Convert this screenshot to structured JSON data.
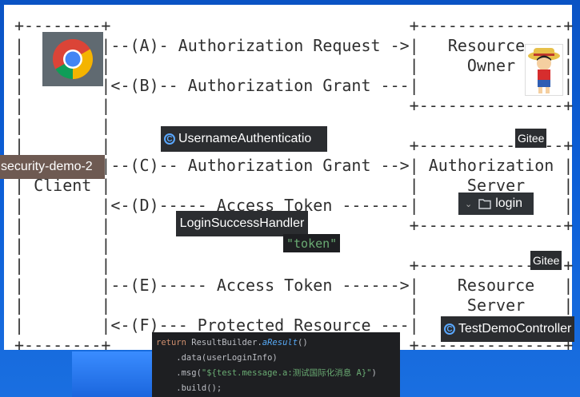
{
  "diagram": {
    "ascii_lines": [
      "+--------+                               +---------------+",
      "|        |--(A)- Authorization Request ->|   Resource    |",
      "|        |                               |     Owner     |",
      "|        |<-(B)-- Authorization Grant ---|               |",
      "|        |                               +---------------+",
      "|        |",
      "|        |                               +---------------+",
      "|        |--(C)-- Authorization Grant -->| Authorization |",
      "| Client |                               |     Server    |",
      "|        |<-(D)----- Access Token -------|               |",
      "|        |                               +---------------+",
      "|        |",
      "|        |                               +---------------+",
      "|        |--(E)----- Access Token ------>|    Resource   |",
      "|        |                               |     Server    |",
      "|        |<-(F)--- Protected Resource ---|               |",
      "+--------+                               +---------------+"
    ]
  },
  "overlays": {
    "security_demo_label": "security-demo-2",
    "username_auth_tag": "UsernameAuthenticatio",
    "gitee_tag_1": "Gitee",
    "gitee_tag_2": "Gitee",
    "login_tag": "login",
    "login_success_tag": "LoginSuccessHandler",
    "token_tag": "\"token\"",
    "test_controller_tag": "TestDemoController"
  },
  "code": {
    "line1_keyword": "return ",
    "line1_class": "ResultBuilder.",
    "line1_method": "aResult",
    "line1_end": "()",
    "line2": "    .data(userLoginInfo)",
    "line3_start": "    .msg(",
    "line3_str": "\"${test.message.a:测试国际化消息 A}\"",
    "line3_end": ")",
    "line4": "    .build();"
  },
  "icons": {
    "browser": "chrome-icon",
    "owner": "luffy-avatar-icon",
    "class": "class-c-icon",
    "folder": "folder-icon"
  },
  "colors": {
    "desktop": "#0b5ed7",
    "tag_dark": "#2b2d30",
    "label_brown": "#6e5a52",
    "code_bg": "#1e1f22",
    "string": "#6aab73"
  }
}
